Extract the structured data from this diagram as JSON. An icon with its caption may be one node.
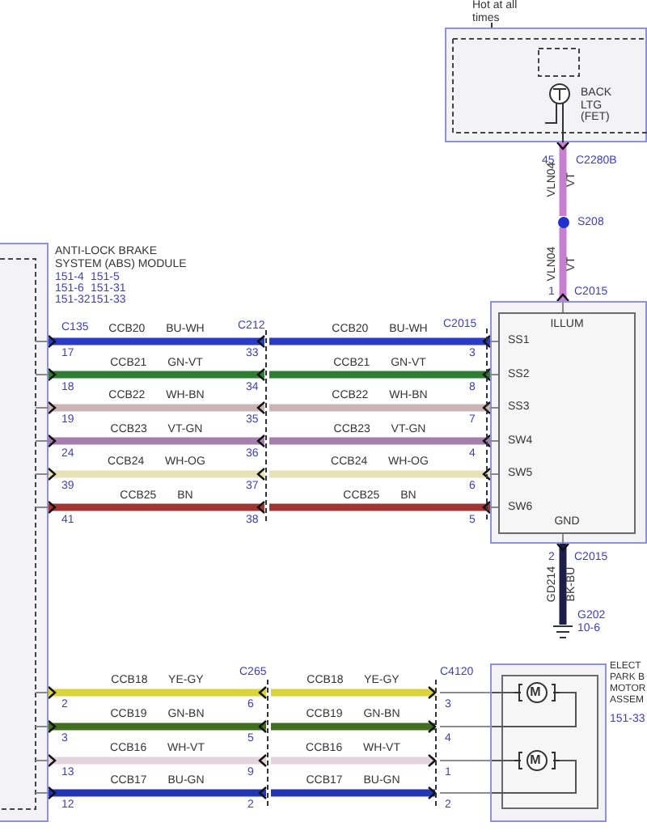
{
  "diagram": {
    "nodes": [
      {
        "text": [
          "ANTI-LOCK BRAKE SYSTEM (ABS) MODULE"
        ],
        "beside": [
          "151-4",
          "151-5",
          "151-6",
          "151-31",
          "151-32",
          "151-33"
        ]
      },
      {
        "text": [
          "Hot at all times"
        ]
      },
      {
        "text": [],
        "shape": "box"
      },
      {
        "text": [
          "BACK LTG (FET)"
        ],
        "in": 2
      },
      {
        "text": [],
        "shape": "circle",
        "beside": [
          "S208"
        ]
      },
      {
        "text": [],
        "shape": "box"
      },
      {
        "text": [
          "ILLUM",
          "SS1",
          "SS2",
          "SS3",
          "SW4",
          "SW5",
          "SW6",
          "GND"
        ],
        "in": 5
      },
      {
        "text": [],
        "shape": "line",
        "beside": [
          "C212"
        ]
      },
      {
        "text": [],
        "shape": "ground",
        "beside": [
          "G202",
          "10-6"
        ]
      },
      {
        "text": [],
        "shape": "line",
        "beside": [
          "C265"
        ]
      },
      {
        "text": [],
        "shape": "line",
        "beside": [
          "C4120"
        ]
      },
      {
        "text": [
          "ELECT PARK B MOTOR ASSEM"
        ],
        "beside": [
          "151-33"
        ]
      },
      {
        "text": [],
        "shape": "box",
        "in": 11
      },
      {
        "text": [
          "M"
        ],
        "in": 12
      },
      {
        "text": [
          "M"
        ],
        "in": 12
      }
    ],
    "edges": [
      {
        "from": 0,
        "to": 7,
        "arrow": "other",
        "label": "CCB20 BU-WH",
        "color": "#2a3bc8"
      },
      {
        "from": 7,
        "to": 5,
        "arrow": "other",
        "label": "CCB20 BU-WH",
        "color": "#2a3bc8"
      },
      {
        "from": 0,
        "to": 7,
        "arrow": "other",
        "label": "CCB21 GN-VT",
        "color": "#2e7d32"
      },
      {
        "from": 7,
        "to": 5,
        "arrow": "other",
        "label": "CCB21 GN-VT",
        "color": "#2e7d32"
      },
      {
        "from": 0,
        "to": 7,
        "arrow": "other",
        "label": "CCB22 WH-BN",
        "color": "#c9b3b3"
      },
      {
        "from": 7,
        "to": 5,
        "arrow": "other",
        "label": "CCB22 WH-BN",
        "color": "#c9b3b3"
      },
      {
        "from": 0,
        "to": 7,
        "arrow": "other",
        "label": "CCB23 VT-GN",
        "color": "#a47fae"
      },
      {
        "from": 7,
        "to": 5,
        "arrow": "other",
        "label": "CCB23 VT-GN",
        "color": "#a47fae"
      },
      {
        "from": 0,
        "to": 7,
        "arrow": "other",
        "label": "CCB24 WH-OG",
        "color": "#e6e2b8"
      },
      {
        "from": 7,
        "to": 5,
        "arrow": "other",
        "label": "CCB24 WH-OG",
        "color": "#e6e2b8"
      },
      {
        "from": 0,
        "to": 7,
        "arrow": "other",
        "label": "CCB25 BN",
        "color": "#a23434"
      },
      {
        "from": 7,
        "to": 5,
        "arrow": "other",
        "label": "CCB25 BN",
        "color": "#a23434"
      },
      {
        "from": 1,
        "to": 3,
        "arrow": "none",
        "color": "#333333"
      },
      {
        "from": 4,
        "to": 2,
        "arrow": "other",
        "label": "VLN04 VT",
        "color": "#c77fcf"
      },
      {
        "from": 4,
        "to": 5,
        "arrow": "other",
        "label": "VLN04 VT",
        "color": "#c77fcf"
      },
      {
        "from": 5,
        "to": 8,
        "arrow": "other",
        "label": "GD214 BK-BU",
        "color": "#1d1f4a"
      },
      {
        "from": 0,
        "to": 9,
        "arrow": "other",
        "label": "CCB18 YE-GY",
        "color": "#d9d43a"
      },
      {
        "from": 9,
        "to": 10,
        "arrow": "to",
        "label": "CCB18 YE-GY",
        "color": "#d9d43a"
      },
      {
        "from": 10,
        "to": 11,
        "arrow": "none",
        "color": "#8c8c8c"
      },
      {
        "from": 0,
        "to": 9,
        "arrow": "other",
        "label": "CCB19 GN-BN",
        "color": "#3f6f1f"
      },
      {
        "from": 9,
        "to": 10,
        "arrow": "to",
        "label": "CCB19 GN-BN",
        "color": "#3f6f1f"
      },
      {
        "from": 10,
        "to": 11,
        "arrow": "none",
        "color": "#8c8c8c"
      },
      {
        "from": 0,
        "to": 9,
        "arrow": "other",
        "label": "CCB16 WH-VT",
        "color": "#e3d3dc"
      },
      {
        "from": 9,
        "to": 10,
        "arrow": "to",
        "label": "CCB16 WH-VT",
        "color": "#e3d3dc"
      },
      {
        "from": 10,
        "to": 11,
        "arrow": "none",
        "color": "#8c8c8c"
      },
      {
        "from": 0,
        "to": 9,
        "arrow": "other",
        "label": "CCB17 BU-GN",
        "color": "#2334b5"
      },
      {
        "from": 9,
        "to": 10,
        "arrow": "to",
        "label": "CCB17 BU-GN",
        "color": "#2334b5"
      },
      {
        "from": 10,
        "to": 11,
        "arrow": "none",
        "color": "#8c8c8c"
      }
    ],
    "labels": [
      "45",
      "C2280B",
      "1",
      "C2015",
      "C135",
      "C2015",
      "17",
      "33",
      "3",
      "18",
      "34",
      "8",
      "19",
      "35",
      "7",
      "24",
      "36",
      "4",
      "39",
      "37",
      "6",
      "41",
      "38",
      "5",
      "2",
      "C2015",
      "2",
      "6",
      "3",
      "3",
      "5",
      "4",
      "13",
      "9",
      "1",
      "12",
      "2",
      "2"
    ]
  }
}
